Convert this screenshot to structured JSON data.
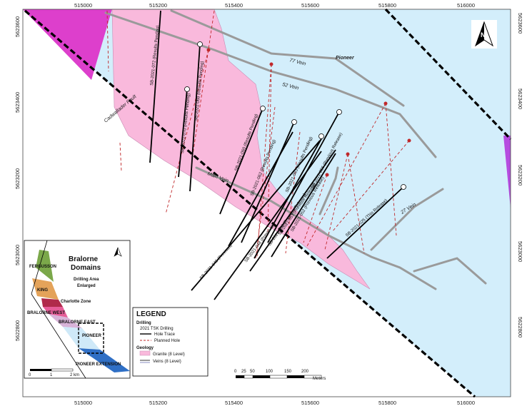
{
  "axes": {
    "x_ticks": [
      "515000",
      "515200",
      "515400",
      "515600",
      "515800",
      "516000"
    ],
    "y_ticks": [
      "5623600",
      "5623400",
      "5623200",
      "5623000",
      "5622800"
    ]
  },
  "map_labels": {
    "pioneer": "Pioneer",
    "cadwallader_fault": "Cadwallader Fault",
    "vein_77": "77 Vein",
    "vein_52": "52 Vein",
    "main_vein": "Main Vein",
    "vein_27": "27 Vein"
  },
  "drill_labels": [
    "SB-2021-072 (Results Pending)",
    "SB-2021-069 (Results Pending)",
    "SB-2021-070 (Results Pending)",
    "SB-2021-060 (Results Pending)",
    "SB-2021-062 (Results Pending)",
    "SB-2021-063 (Results Pending)",
    "SB-2021-056 (Previous Release)",
    "SB-2021-052 (Previous Release)",
    "SB-2021-046 (Previous)",
    "SB-2021-048 (Previous)",
    "SB-2021-050 (Previous Release)",
    "SB-2021-053 (Previous Release)",
    "SB-2021-025 (This Release)"
  ],
  "inset": {
    "title_line1": "Bralorne",
    "title_line2": "Domains",
    "subtitle_line1": "Drilling Area",
    "subtitle_line2": "Enlarged",
    "domains": [
      "FERGUSSON",
      "KING",
      "Charlotte Zone",
      "BRALORNE WEST",
      "BRALORNE EAST",
      "PIONEER",
      "PIONEER EXTENSION"
    ],
    "scale_labels": [
      "0",
      "1",
      "2 km"
    ]
  },
  "legend": {
    "title": "LEGEND",
    "drilling_heading": "Drilling",
    "drilling_sub": "2021 TSK Drilling",
    "hole_trace": "Hole Trace",
    "planned_hole": "Planned Hole",
    "geology_heading": "Geology",
    "granite": "Granite (8 Level)",
    "veins": "Veins (8 Level)"
  },
  "scalebar": {
    "ticks": [
      "0",
      "25",
      "50",
      "100",
      "150",
      "200"
    ],
    "unit": "Meters"
  },
  "colors": {
    "pioneer_zone": "#d3eefb",
    "granite": "#f9b9dc",
    "magenta_domain": "#dd3fcc",
    "vein": "#9a9a9a",
    "hole_trace": "#000000",
    "planned_hole": "#c0282a"
  },
  "icons": {
    "north_arrow": "north-arrow-icon"
  }
}
